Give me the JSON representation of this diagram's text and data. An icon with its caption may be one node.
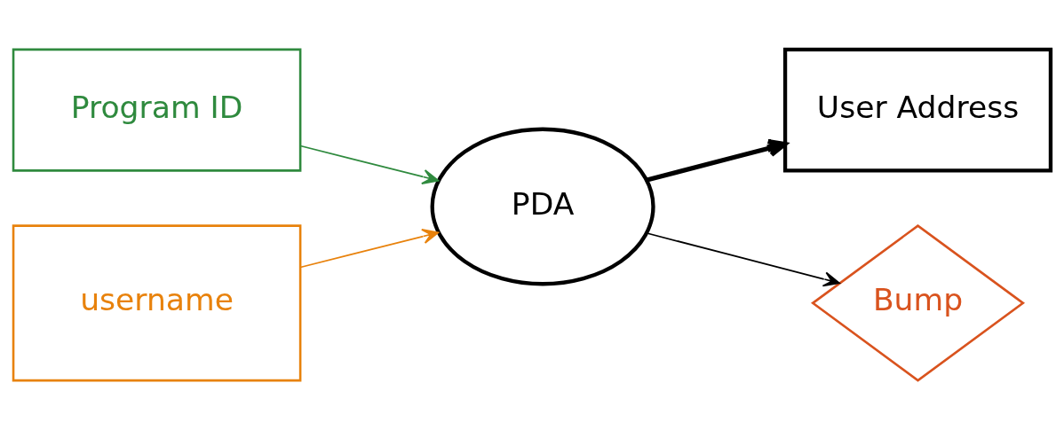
{
  "diagram": {
    "nodes": [
      {
        "text": [
          "Program ID"
        ]
      },
      {
        "text": [
          "username"
        ]
      },
      {
        "text": [
          "PDA"
        ]
      },
      {
        "text": [
          "User Address"
        ]
      },
      {
        "text": [
          "Bump"
        ]
      }
    ],
    "edges": [
      {
        "from": 0,
        "to": 2,
        "arrow": "to",
        "color": "#2f8a3e"
      },
      {
        "from": 1,
        "to": 2,
        "arrow": "to",
        "color": "#e8820c"
      },
      {
        "from": 2,
        "to": 3,
        "arrow": "to",
        "style": "thick"
      },
      {
        "from": 2,
        "to": 4,
        "arrow": "to"
      }
    ]
  }
}
